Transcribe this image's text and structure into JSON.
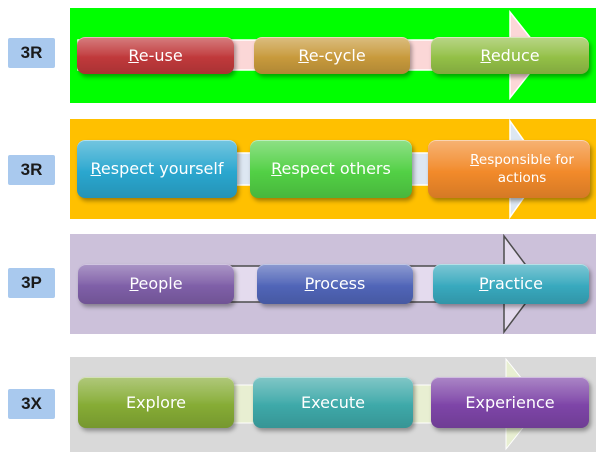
{
  "rows": [
    {
      "label": "3R",
      "background": "#00ff00",
      "items": [
        {
          "first": "R",
          "rest": "e-use",
          "color": "#c0393b"
        },
        {
          "first": "R",
          "rest": "e-cycle",
          "color": "#c89a3c"
        },
        {
          "first": "R",
          "rest": "educe",
          "color": "#93c047"
        }
      ]
    },
    {
      "label": "3R",
      "background": "#ffc000",
      "items": [
        {
          "first": "R",
          "rest": "espect yourself",
          "color": "#2aa7cf"
        },
        {
          "first": "R",
          "rest": "espect others",
          "color": "#52d045"
        },
        {
          "first": "R",
          "rest": "esponsible for actions",
          "color": "#f28a2a"
        }
      ]
    },
    {
      "label": "3P",
      "background": "#ccc1da",
      "items": [
        {
          "first": "P",
          "rest": "eople",
          "color": "#7f5fa8"
        },
        {
          "first": "P",
          "rest": "rocess",
          "color": "#5065b8"
        },
        {
          "first": "P",
          "rest": "ractice",
          "color": "#38a9be"
        }
      ]
    },
    {
      "label": "3X",
      "background": "#d9d9d9",
      "items": [
        {
          "first": "",
          "rest": "Explore",
          "color": "#86ac35"
        },
        {
          "first": "",
          "rest": "Execute",
          "color": "#3ea9a9"
        },
        {
          "first": "",
          "rest": "Experience",
          "color": "#7e45a8"
        }
      ]
    }
  ]
}
